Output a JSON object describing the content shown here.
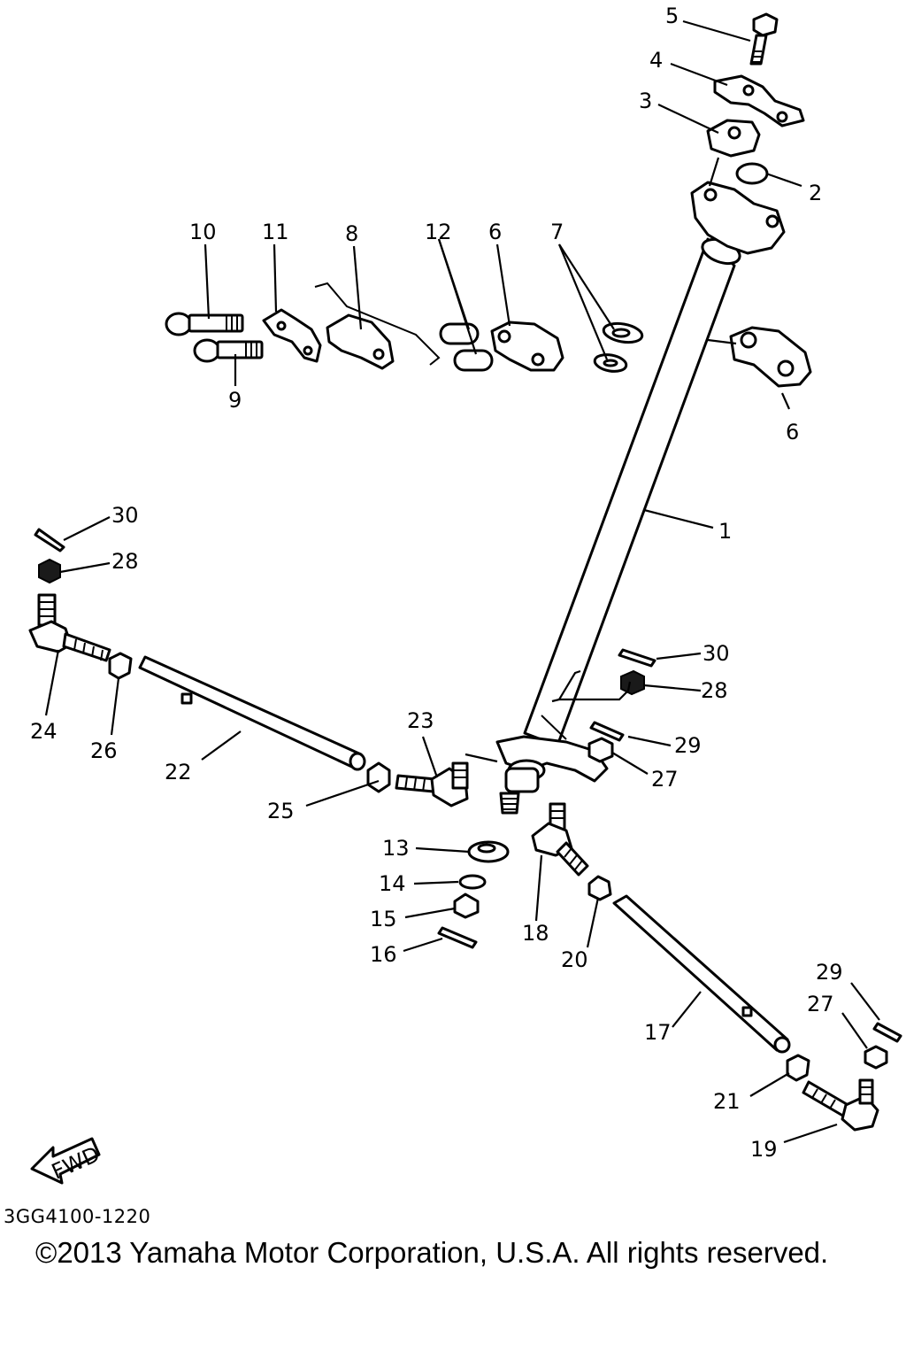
{
  "diagram": {
    "drawing_code": "3GG4100-1220",
    "copyright": "©2013 Yamaha Motor Corporation, U.S.A. All rights reserved.",
    "fwd_label": "FWD",
    "callouts": {
      "c1": "1",
      "c2": "2",
      "c3": "3",
      "c4": "4",
      "c5": "5",
      "c6a": "6",
      "c6b": "6",
      "c7": "7",
      "c8": "8",
      "c9": "9",
      "c10": "10",
      "c11": "11",
      "c12": "12",
      "c13": "13",
      "c14": "14",
      "c15": "15",
      "c16": "16",
      "c17": "17",
      "c18": "18",
      "c19": "19",
      "c20": "20",
      "c21": "21",
      "c22": "22",
      "c23": "23",
      "c24": "24",
      "c25": "25",
      "c26": "26",
      "c27a": "27",
      "c27b": "27",
      "c28a": "28",
      "c28b": "28",
      "c29a": "29",
      "c29b": "29",
      "c30a": "30",
      "c30b": "30"
    }
  }
}
